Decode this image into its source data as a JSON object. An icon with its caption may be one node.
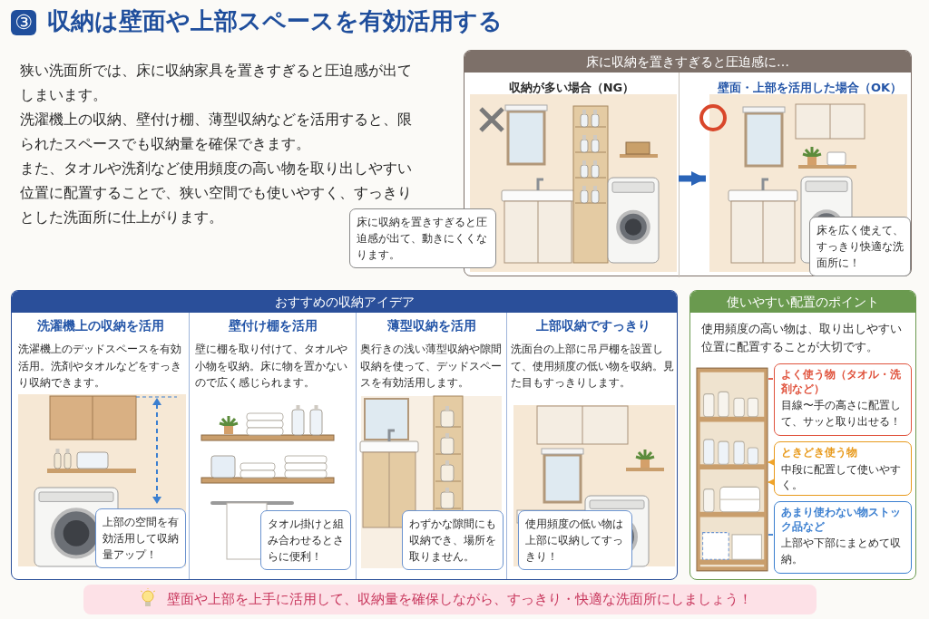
{
  "diagram": {
    "title": "収納は壁面や上部スペースを有効活用する",
    "nodes": [
      {
        "text": [
          "床に収納を置きすぎると圧迫感に…"
        ]
      },
      {
        "text": [
          "収納が多い場合（NG）"
        ],
        "in": 0
      },
      {
        "text": [
          "壁面・上部を活用した場合（OK）"
        ],
        "in": 0
      },
      {
        "text": [
          "床に収納を置きすぎると圧迫感が出て、動きにくくなります。"
        ]
      },
      {
        "text": [
          "床を広く使えて、すっきり快適な洗面所に！"
        ],
        "in": 2
      },
      {
        "text": [
          "おすすめの収納アイデア"
        ]
      },
      {
        "text": [
          "洗濯機上の収納を活用",
          "洗濯機上のデッドスペースを有効活用。洗剤やタオルなどをすっきり収納できます。"
        ],
        "in": 5
      },
      {
        "text": [
          "上部の空間を有効活用して収納量アップ！"
        ],
        "in": 6
      },
      {
        "text": [
          "壁付け棚を活用",
          "壁に棚を取り付けて、タオルや小物を収納。床に物を置かないので広く感じられます。"
        ],
        "in": 5
      },
      {
        "text": [
          "タオル掛けと組み合わせるとさらに便利！"
        ],
        "in": 8
      },
      {
        "text": [
          "薄型収納を活用",
          "奥行きの浅い薄型収納や隙間収納を使って、デッドスペースを有効活用します。"
        ],
        "in": 5
      },
      {
        "text": [
          "わずかな隙間にも収納でき、場所を取りません。"
        ],
        "in": 10
      },
      {
        "text": [
          "上部収納ですっきり",
          "洗面台の上部に吊戸棚を設置して、使用頻度の低い物を収納。見た目もすっきりします。"
        ],
        "in": 5
      },
      {
        "text": [
          "使用頻度の低い物は上部に収納してすっきり！"
        ],
        "in": 12
      },
      {
        "text": [
          "使いやすい配置のポイント",
          "使用頻度の高い物は、取り出しやすい位置に配置することが大切です。"
        ]
      },
      {
        "text": [],
        "shape": "picture",
        "in": 14
      },
      {
        "text": [
          "よく使う物（タオル・洗剤など）",
          "目線〜手の高さに配置して、サッと取り出せる！"
        ],
        "in": 14
      },
      {
        "text": [
          "ときどき使う物",
          "中段に配置して使いやすく。"
        ],
        "in": 14
      },
      {
        "text": [
          "あまり使わない物ストック品など",
          "上部や下部にまとめて収納。"
        ],
        "in": 14
      },
      {
        "text": [
          "壁面や上部を上手に活用して、収納量を確保しながら、すっきり・快適な洗面所にしましょう！"
        ]
      }
    ],
    "edges": [
      {
        "from": 1,
        "to": 2,
        "arrow": "to",
        "style": "thick",
        "color": "#2a64b8"
      },
      {
        "from": 16,
        "to": 15,
        "arrow": "none",
        "style": "dashed",
        "color": "#e0533d"
      },
      {
        "from": 17,
        "to": 15,
        "arrow": "to",
        "style": "dashed",
        "color": "#f0a42a"
      },
      {
        "from": 17,
        "to": 15,
        "arrow": "to",
        "style": "dashed",
        "color": "#f0a42a"
      },
      {
        "from": 18,
        "to": 15,
        "arrow": "none",
        "style": "dashed",
        "color": "#3b7fd0"
      }
    ],
    "labels": [
      "③",
      "狭い洗面所では、床に収納家具を置きすぎると圧迫感が出てしまいます。",
      "洗濯機上の収納、壁付け棚、薄型収納などを活用すると、限られたスペースでも収納量を確保できます。",
      "また、タオルや洗剤など使用頻度の高い物を取り出しやすい位置に配置することで、狭い空間でも使いやすく、すっきりとした洗面所に仕上がります。"
    ]
  }
}
